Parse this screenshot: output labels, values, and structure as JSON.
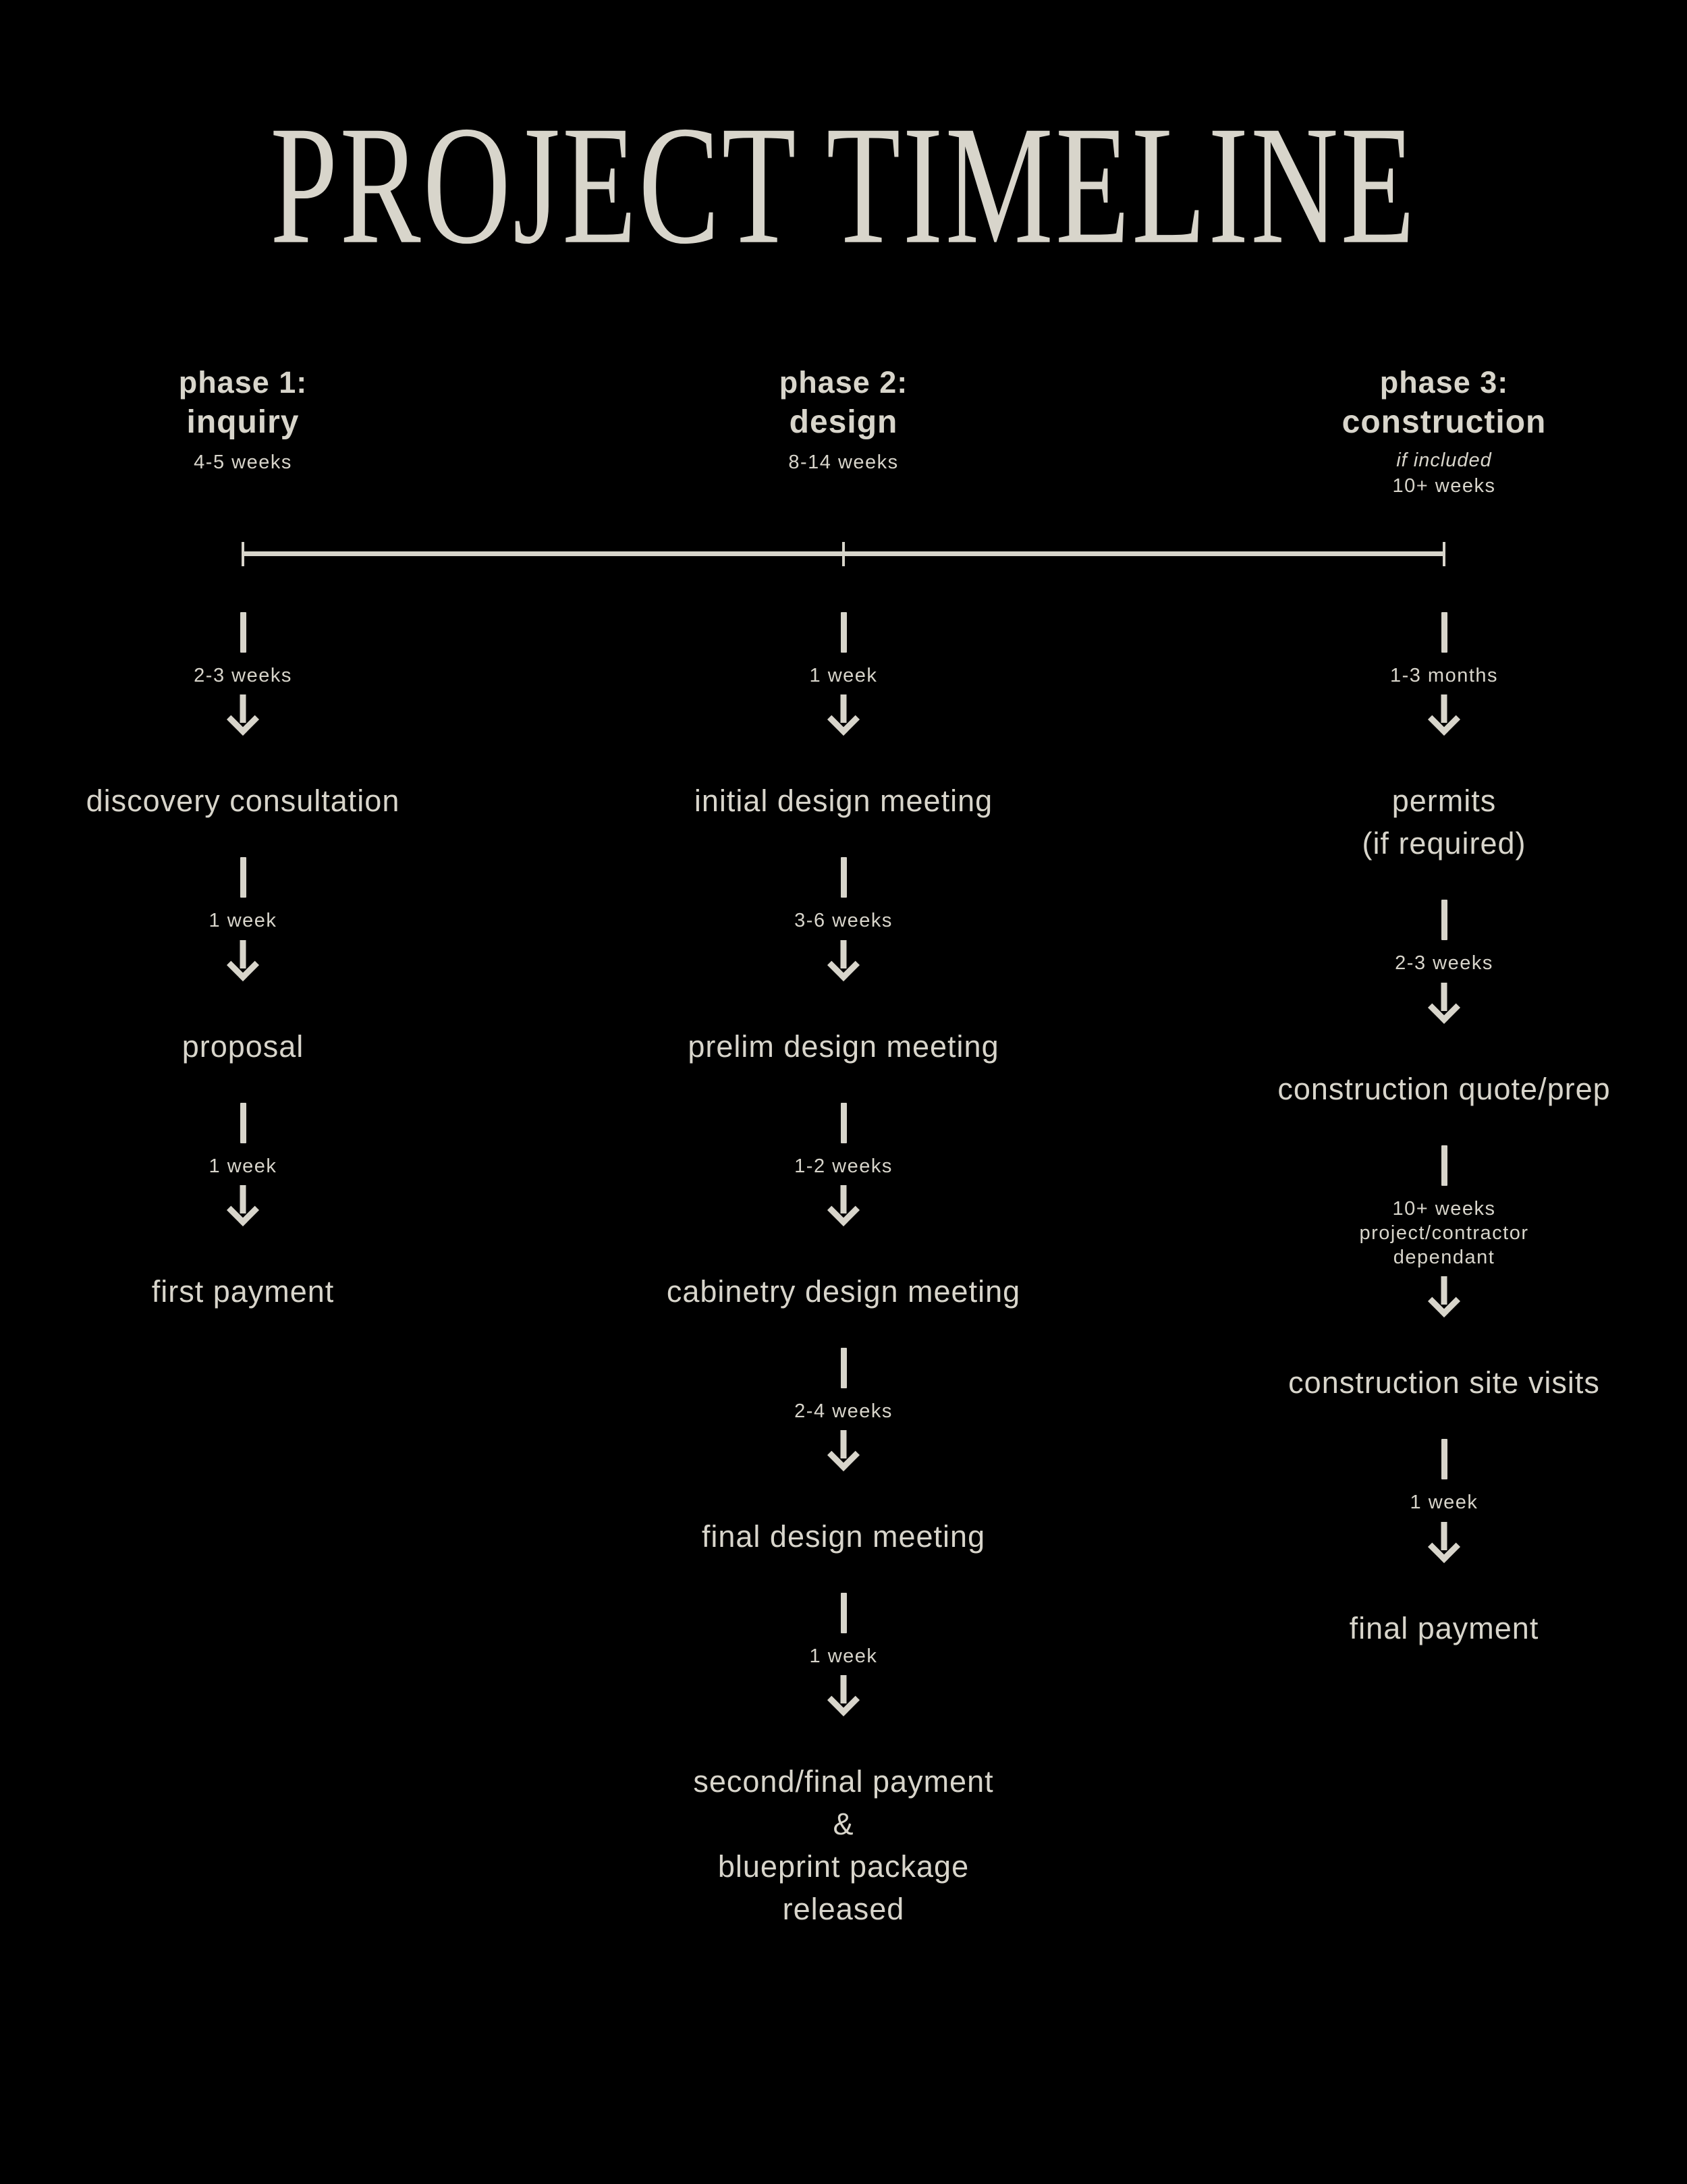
{
  "title": "PROJECT TIMELINE",
  "colors": {
    "background": "#000000",
    "ink": "#d8d5cb"
  },
  "columns": [
    {
      "header": {
        "phase": "phase 1:",
        "name": "inquiry",
        "duration": "4-5 weeks"
      },
      "steps": [
        {
          "duration": "2-3 weeks",
          "node": "discovery consultation"
        },
        {
          "duration": "1 week",
          "node": "proposal"
        },
        {
          "duration": "1 week",
          "node": "first payment"
        }
      ]
    },
    {
      "header": {
        "phase": "phase 2:",
        "name": "design",
        "duration": "8-14 weeks"
      },
      "steps": [
        {
          "duration": "1 week",
          "node": "initial design meeting"
        },
        {
          "duration": "3-6 weeks",
          "node": "prelim design meeting"
        },
        {
          "duration": "1-2 weeks",
          "node": "cabinetry design meeting"
        },
        {
          "duration": "2-4 weeks",
          "node": "final design meeting"
        },
        {
          "duration": "1 week",
          "node": "second/final payment\n&\nblueprint package\nreleased"
        }
      ]
    },
    {
      "header": {
        "phase": "phase 3:",
        "name": "construction",
        "note": "if included",
        "duration": "10+ weeks"
      },
      "steps": [
        {
          "duration": "1-3 months",
          "node": "permits\n(if required)"
        },
        {
          "duration": "2-3 weeks",
          "node": "construction quote/prep"
        },
        {
          "duration": "10+ weeks\nproject/contractor\ndependant",
          "node": "construction site visits"
        },
        {
          "duration": "1 week",
          "node": "final payment"
        }
      ]
    }
  ]
}
